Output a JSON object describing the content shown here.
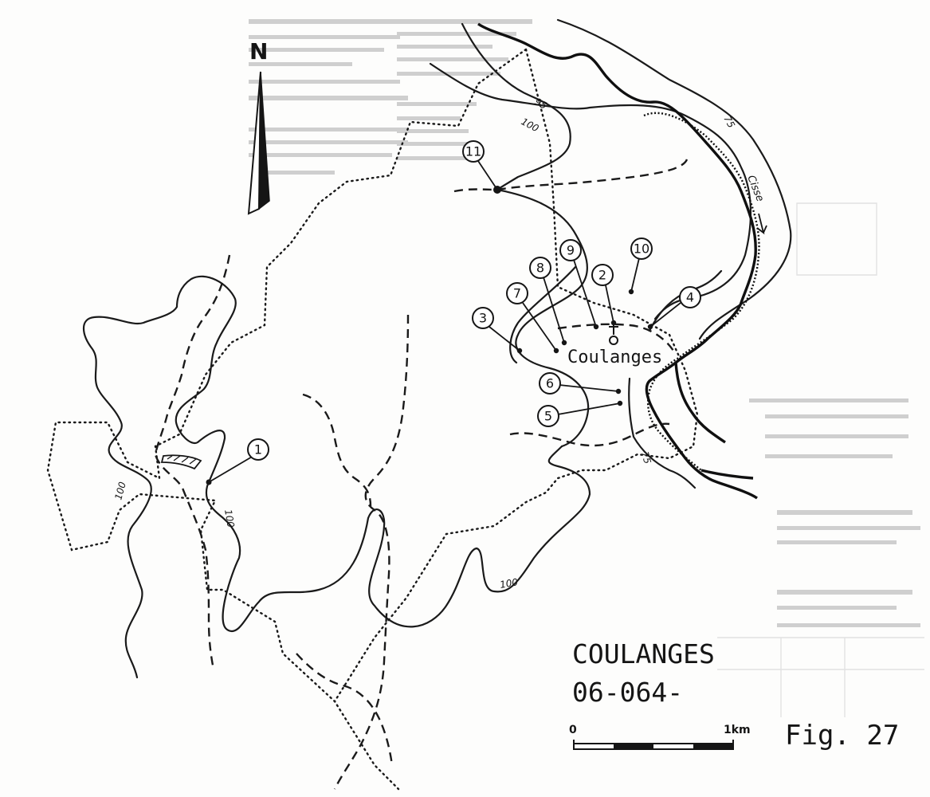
{
  "map": {
    "title": "COULANGES",
    "code": "06-064-",
    "figure": "Fig. 27",
    "north_label": "N",
    "village_label": "Coulanges",
    "river_label": "Cisse",
    "scale": {
      "start": "0",
      "end": "1km"
    },
    "contour_labels": [
      "75",
      "95",
      "100",
      "100",
      "100",
      "100",
      "75"
    ],
    "site_markers": [
      "1",
      "2",
      "3",
      "4",
      "5",
      "6",
      "7",
      "8",
      "9",
      "10",
      "11"
    ]
  },
  "colors": {
    "ink": "#151515",
    "paper": "#fdfdfc"
  }
}
